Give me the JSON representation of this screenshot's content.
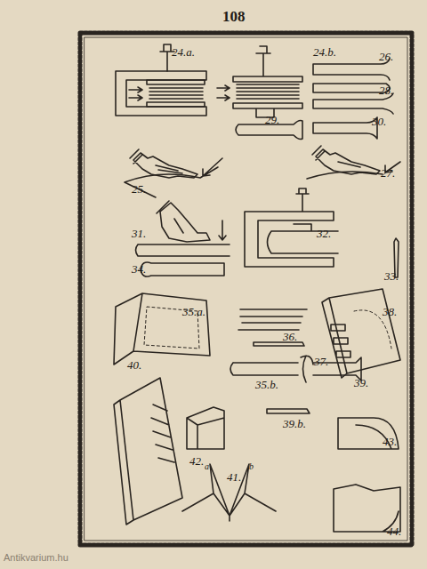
{
  "diagram": {
    "labels": [
      "108",
      "24.a.",
      "24.b.",
      "26.",
      "28.",
      "29.",
      "30.",
      "25.",
      "27.",
      "31.",
      "32.",
      "34.",
      "33.",
      "35.a.",
      "38.",
      "36.",
      "40.",
      "37.",
      "35.b.",
      "39.",
      "39.b.",
      "42.",
      "a",
      "41.",
      "b",
      "43.",
      "44.",
      "Antikvarium.hu"
    ]
  }
}
